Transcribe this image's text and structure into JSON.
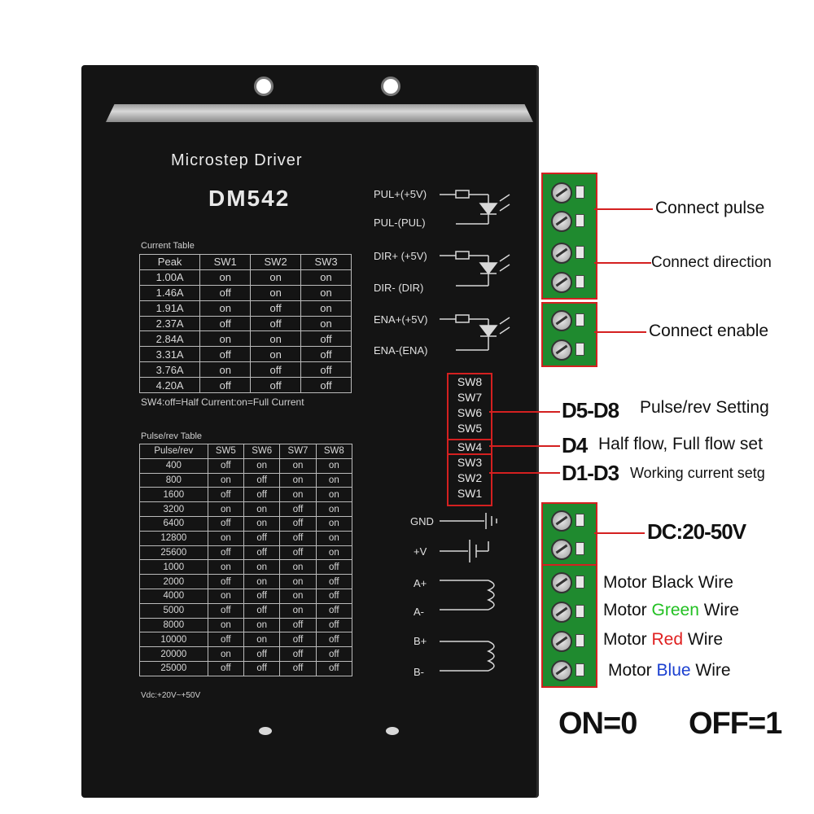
{
  "driver": {
    "title": "Microstep Driver",
    "model": "DM542",
    "current_table": {
      "caption": "Current Table",
      "headers": [
        "Peak",
        "SW1",
        "SW2",
        "SW3"
      ],
      "rows": [
        [
          "1.00A",
          "on",
          "on",
          "on"
        ],
        [
          "1.46A",
          "off",
          "on",
          "on"
        ],
        [
          "1.91A",
          "on",
          "off",
          "on"
        ],
        [
          "2.37A",
          "off",
          "off",
          "on"
        ],
        [
          "2.84A",
          "on",
          "on",
          "off"
        ],
        [
          "3.31A",
          "off",
          "on",
          "off"
        ],
        [
          "3.76A",
          "on",
          "off",
          "off"
        ],
        [
          "4.20A",
          "off",
          "off",
          "off"
        ]
      ],
      "note": "SW4:off=Half Current:on=Full Current"
    },
    "pulse_table": {
      "caption": "Pulse/rev Table",
      "headers": [
        "Pulse/rev",
        "SW5",
        "SW6",
        "SW7",
        "SW8"
      ],
      "rows": [
        [
          "400",
          "off",
          "on",
          "on",
          "on"
        ],
        [
          "800",
          "on",
          "off",
          "on",
          "on"
        ],
        [
          "1600",
          "off",
          "off",
          "on",
          "on"
        ],
        [
          "3200",
          "on",
          "on",
          "off",
          "on"
        ],
        [
          "6400",
          "off",
          "on",
          "off",
          "on"
        ],
        [
          "12800",
          "on",
          "off",
          "off",
          "on"
        ],
        [
          "25600",
          "off",
          "off",
          "off",
          "on"
        ],
        [
          "1000",
          "on",
          "on",
          "on",
          "off"
        ],
        [
          "2000",
          "off",
          "on",
          "on",
          "off"
        ],
        [
          "4000",
          "on",
          "off",
          "on",
          "off"
        ],
        [
          "5000",
          "off",
          "off",
          "on",
          "off"
        ],
        [
          "8000",
          "on",
          "on",
          "off",
          "off"
        ],
        [
          "10000",
          "off",
          "on",
          "off",
          "off"
        ],
        [
          "20000",
          "on",
          "off",
          "off",
          "off"
        ],
        [
          "25000",
          "off",
          "off",
          "off",
          "off"
        ]
      ]
    },
    "vdc_note": "Vdc:+20V~+50V",
    "signals": {
      "pul_plus": "PUL+(+5V)",
      "pul_minus": "PUL-(PUL)",
      "dir_plus": "DIR+ (+5V)",
      "dir_minus": "DIR- (DIR)",
      "ena_plus": "ENA+(+5V)",
      "ena_minus": "ENA-(ENA)",
      "gnd": "GND",
      "vplus": "+V",
      "a_plus": "A+",
      "a_minus": "A-",
      "b_plus": "B+",
      "b_minus": "B-"
    },
    "switches": [
      "SW8",
      "SW7",
      "SW6",
      "SW5",
      "SW4",
      "SW3",
      "SW2",
      "SW1"
    ]
  },
  "callouts": {
    "connect_pulse": "Connect pulse",
    "connect_direction": "Connect direction",
    "connect_enable": "Connect enable",
    "d5_d8": "D5-D8",
    "pulse_rev_setting": "Pulse/rev Setting",
    "d4": "D4",
    "half_flow": "Half flow, Full flow set",
    "d1_d3": "D1-D3",
    "working_current": "Working current setg",
    "dc": "DC:20-50V",
    "motor_black": {
      "pre": "Motor ",
      "color": "Black",
      "post": " Wire"
    },
    "motor_green": {
      "pre": "Motor ",
      "color": "Green",
      "post": " Wire"
    },
    "motor_red": {
      "pre": "Motor ",
      "color": "Red",
      "post": " Wire"
    },
    "motor_blue": {
      "pre": "Motor ",
      "color": "Blue",
      "post": " Wire"
    },
    "on_eq": "ON=0",
    "off_eq": "OFF=1"
  },
  "colors": {
    "callout_line": "#d42020",
    "terminal_green": "#1f8a2f",
    "green_text": "#22c022",
    "red_text": "#e02020",
    "blue_text": "#1a3fd0"
  }
}
